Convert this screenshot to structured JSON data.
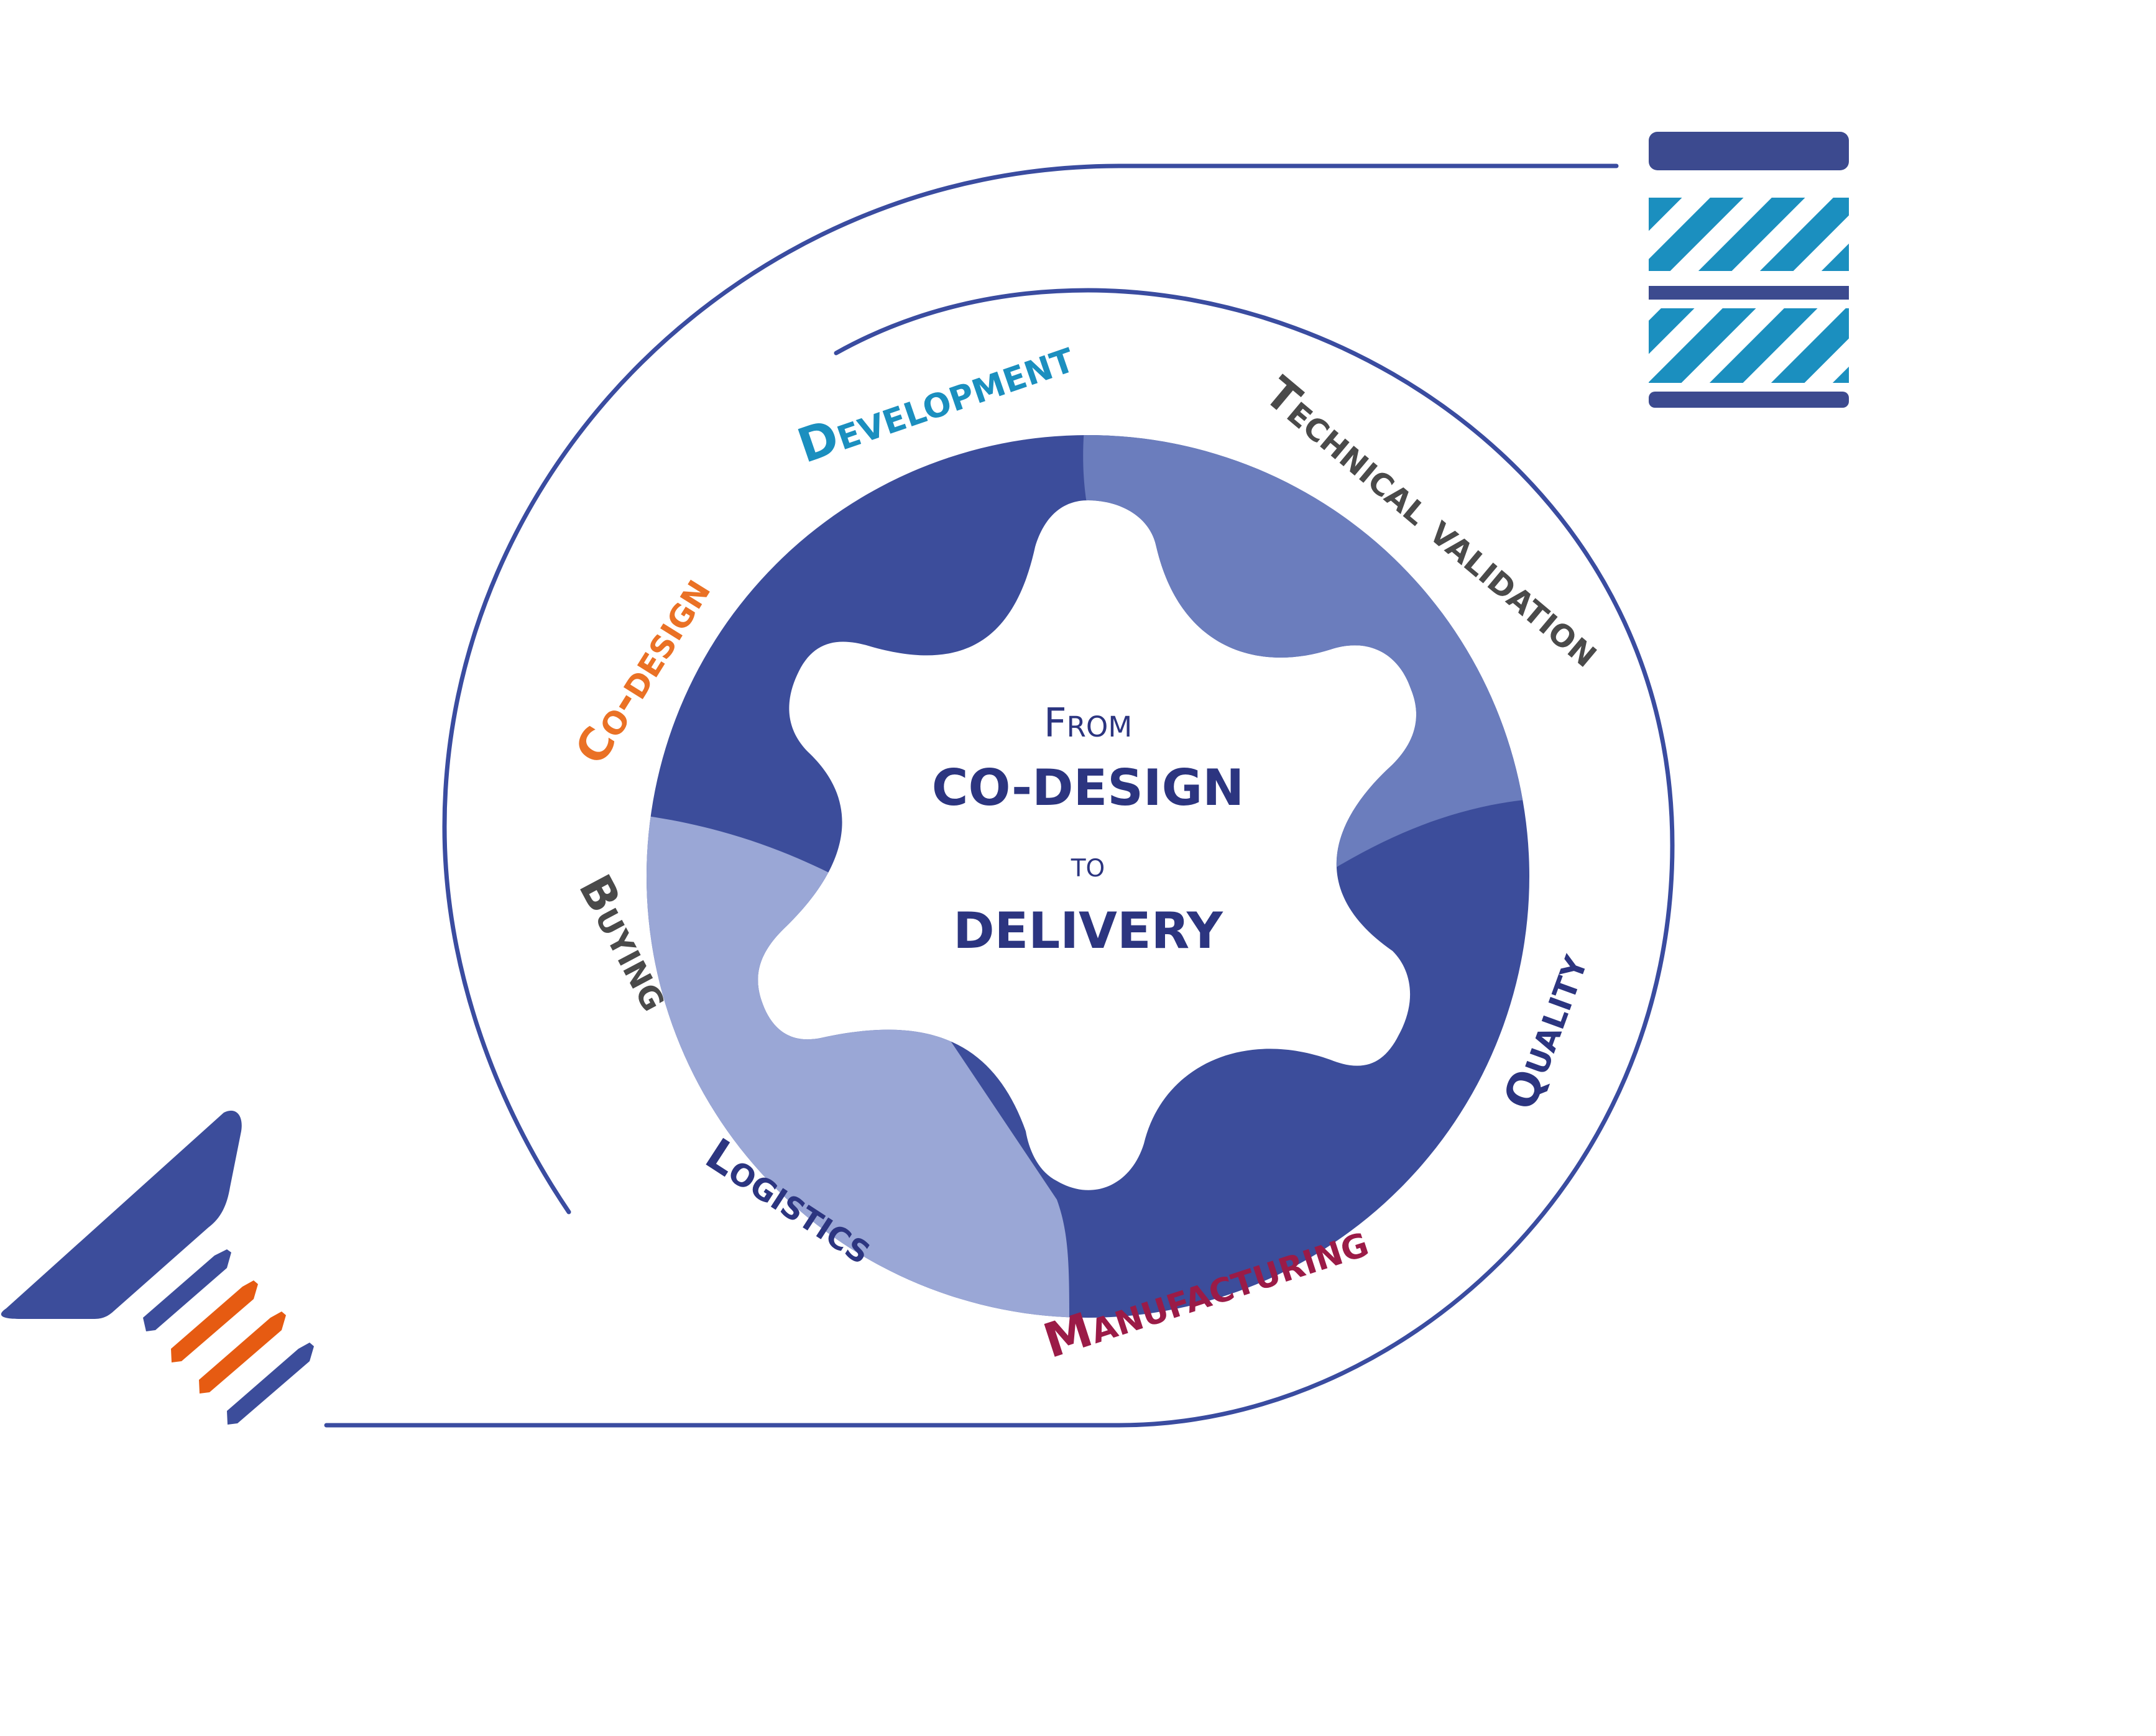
{
  "colors": {
    "navy": "#3c4d9b",
    "mid_blue": "#6b7dbd",
    "light_blue": "#9aa7d6",
    "line_blue": "#3a4ca0",
    "cyan": "#1b8fbf",
    "orange": "#ea7125",
    "logo_orange": "#e65b12",
    "grey": "#4a4a4a",
    "crimson": "#9b1b47",
    "dark_navy": "#2c3580"
  },
  "center": {
    "line1": "From",
    "line2": "CO-DESIGN",
    "line3": "to",
    "line4": "DELIVERY"
  },
  "stages": {
    "development": "Development",
    "technical_validation": "Technical validation",
    "quality": "Quality",
    "manufacturing": "Manufacturing",
    "logistics": "Logistics",
    "buying": "Buying",
    "co_design": "Co-design"
  },
  "icons": {
    "fabric_roll": "fabric-roll-icon",
    "logo": "brand-logo-icon"
  }
}
